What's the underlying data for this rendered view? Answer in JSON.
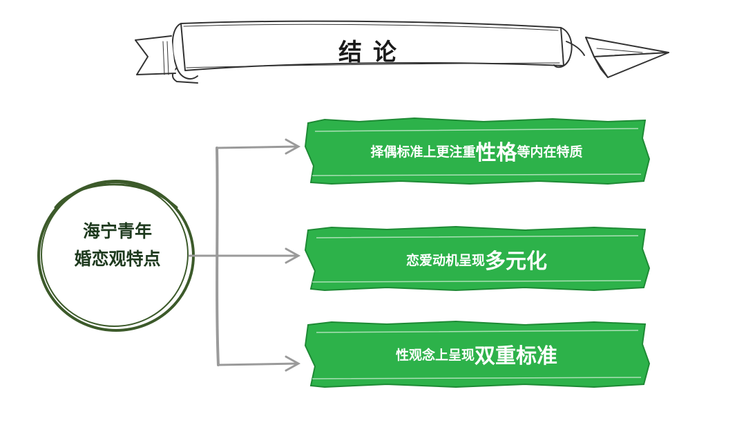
{
  "title": "结论",
  "center": {
    "line1": "海宁青年",
    "line2": "婚恋观特点"
  },
  "cards": [
    {
      "normal": "择偶标准上更注重",
      "emphasis": "性格",
      "tail": "等内在特质"
    },
    {
      "normal": "恋爱动机呈现",
      "emphasis": "多元化",
      "tail": ""
    },
    {
      "normal": "性观念上呈现",
      "emphasis": "双重标准",
      "tail": ""
    }
  ],
  "colors": {
    "card_green": "#2db24a",
    "circle_green": "#3c5a2a",
    "arrow_gray": "#9a9a9a",
    "sketch_ink": "#333333"
  },
  "icons": [
    "scroll-banner-icon",
    "paper-plane-icon"
  ]
}
